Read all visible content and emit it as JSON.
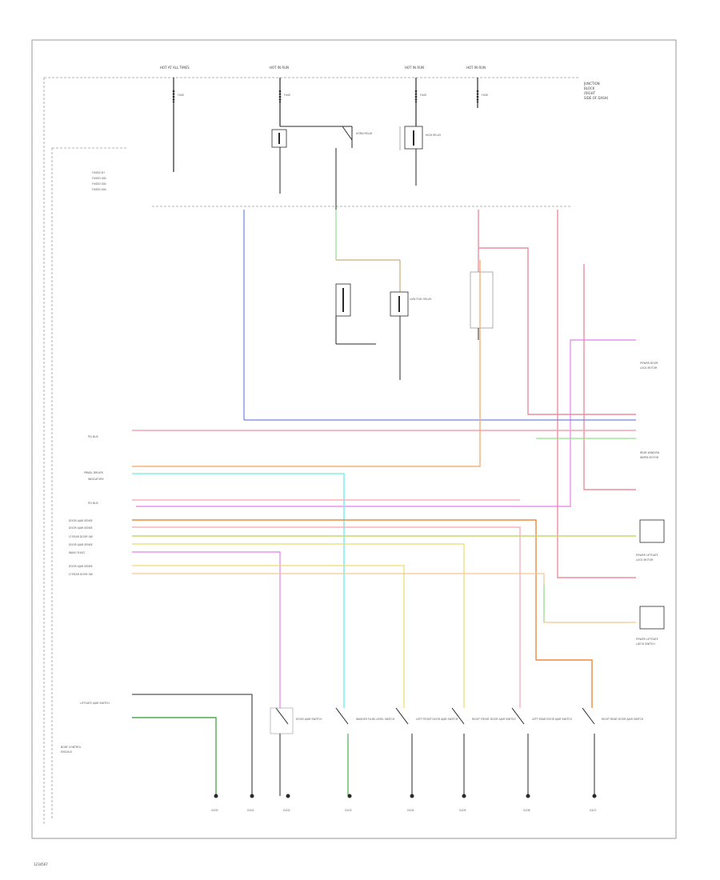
{
  "colors": {
    "black": "#2a2a2a",
    "gray": "#9a9a9a",
    "blue": "#6f86e0",
    "pink": "#f08d9c",
    "light_pink": "#f6a3ad",
    "orange": "#f2a260",
    "dark_orange": "#ef8a3c",
    "cyan": "#7ef1f1",
    "green": "#8fe08f",
    "dark_green": "#4faa4f",
    "yellow": "#ecdc6a",
    "light_orange": "#f7c690",
    "violet": "#e57ee5",
    "brown": "#c29a58",
    "yellow_green": "#c9d96b"
  },
  "labels": {
    "top_feeds": [
      "HOT AT ALL TIMES",
      "HOT IN RUN",
      "HOT IN RUN",
      "HOT IN RUN"
    ],
    "top_right_note": [
      "JUNCTION",
      "BLOCK",
      "(RIGHT",
      "SIDE OF DASH)"
    ],
    "fuse_labels": [
      "FUSE",
      "FUSE",
      "FUSE",
      "FUSE"
    ],
    "pcm_inputs": [
      "FUSED B+",
      "FUSED IGN",
      "FUSED IGN",
      "FUSED IGN"
    ],
    "left_side_labels": [
      "PCI BUS",
      "PRNDL DRIVER",
      "INDICATORS",
      "PCI BUS",
      "DOOR AJAR SENSE",
      "DOOR AJAR SENSE",
      "LT REAR DOOR SW",
      "DOOR AJAR SENSE",
      "WASH FLUID",
      "DOOR AJAR SENSE",
      "LT REAR DOOR SW"
    ],
    "left_box_name": [
      "BODY CONTROL",
      "MODULE"
    ],
    "right_side_labels": [
      "POWER DOOR",
      "LOCK MOTOR",
      "REAR WINDOW",
      "WIPER MOTOR",
      "POWER LIFTGATE",
      "LOCK MOTOR",
      "POWER LIFTGATE",
      "LATCH SWITCH"
    ],
    "bottom_switches": [
      "HOOD AJAR SWITCH",
      "WASHER FLUID LEVEL SWITCH",
      "LEFT FRONT DOOR AJAR SWITCH",
      "RIGHT FRONT DOOR AJAR SWITCH",
      "LEFT REAR DOOR AJAR SWITCH",
      "RIGHT REAR DOOR AJAR SWITCH",
      "LIFTGATE AJAR SWITCH"
    ],
    "bottom_grounds": [
      "G100",
      "G101",
      "G102",
      "G103",
      "G104",
      "G105",
      "G106",
      "G107"
    ],
    "relays": [
      "LOW FUEL RELAY",
      "HORN RELAY",
      "HIGH RELAY"
    ],
    "footer": "1234567"
  }
}
